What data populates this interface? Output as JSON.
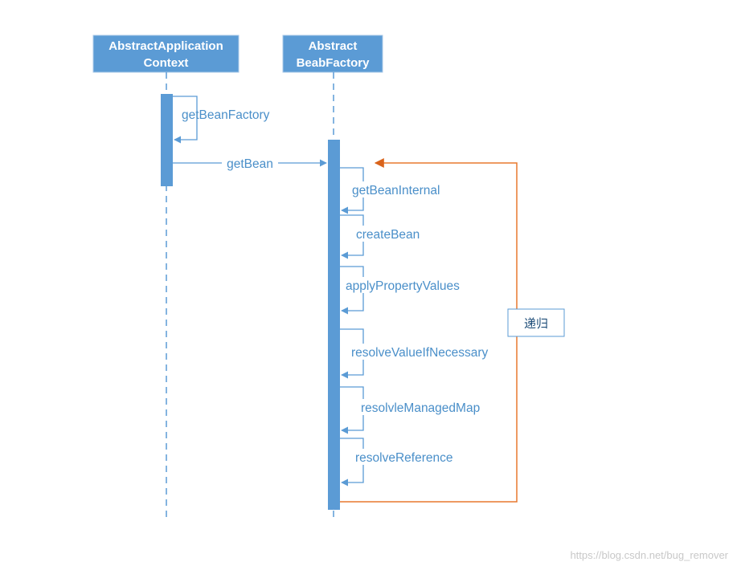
{
  "lifelines": [
    {
      "title_line1": "AbstractApplication",
      "title_line2": "Context"
    },
    {
      "title_line1": "Abstract",
      "title_line2": "BeabFactory"
    }
  ],
  "messages": {
    "getBeanFactory": "getBeanFactory",
    "getBean": "getBean",
    "getBeanInternal": "getBeanInternal",
    "createBean": "createBean",
    "applyPropertyValues": "applyPropertyValues",
    "resolveValueIfNecessary": "resolveValueIfNecessary",
    "resolvleManagedMap": "resolvleManagedMap",
    "resolveReference": "resolveReference"
  },
  "recursion_label": "递归",
  "watermark": "https://blog.csdn.net/bug_remover",
  "colors": {
    "lifeline": "#5b9bd5",
    "recursion": "#e8792e",
    "label": "#4a8fc9"
  }
}
